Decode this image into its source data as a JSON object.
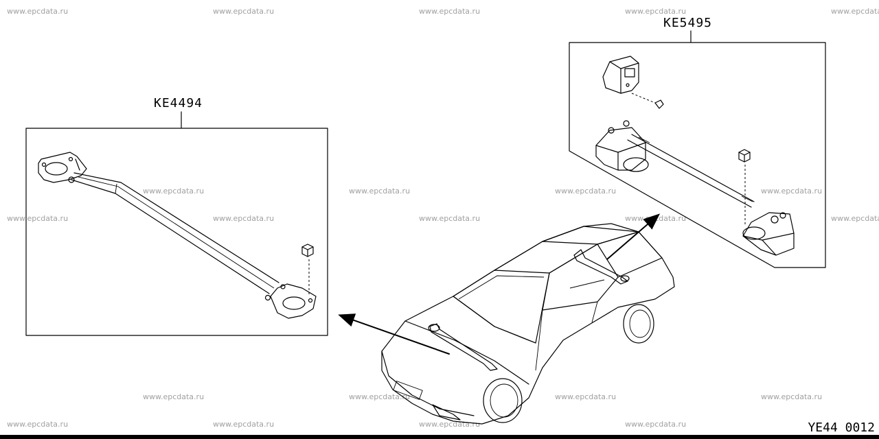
{
  "watermark_text": "www.epcdata.ru",
  "callouts": {
    "left": "KE4494",
    "right": "KE5495"
  },
  "diagram_code": "YE44 0012"
}
